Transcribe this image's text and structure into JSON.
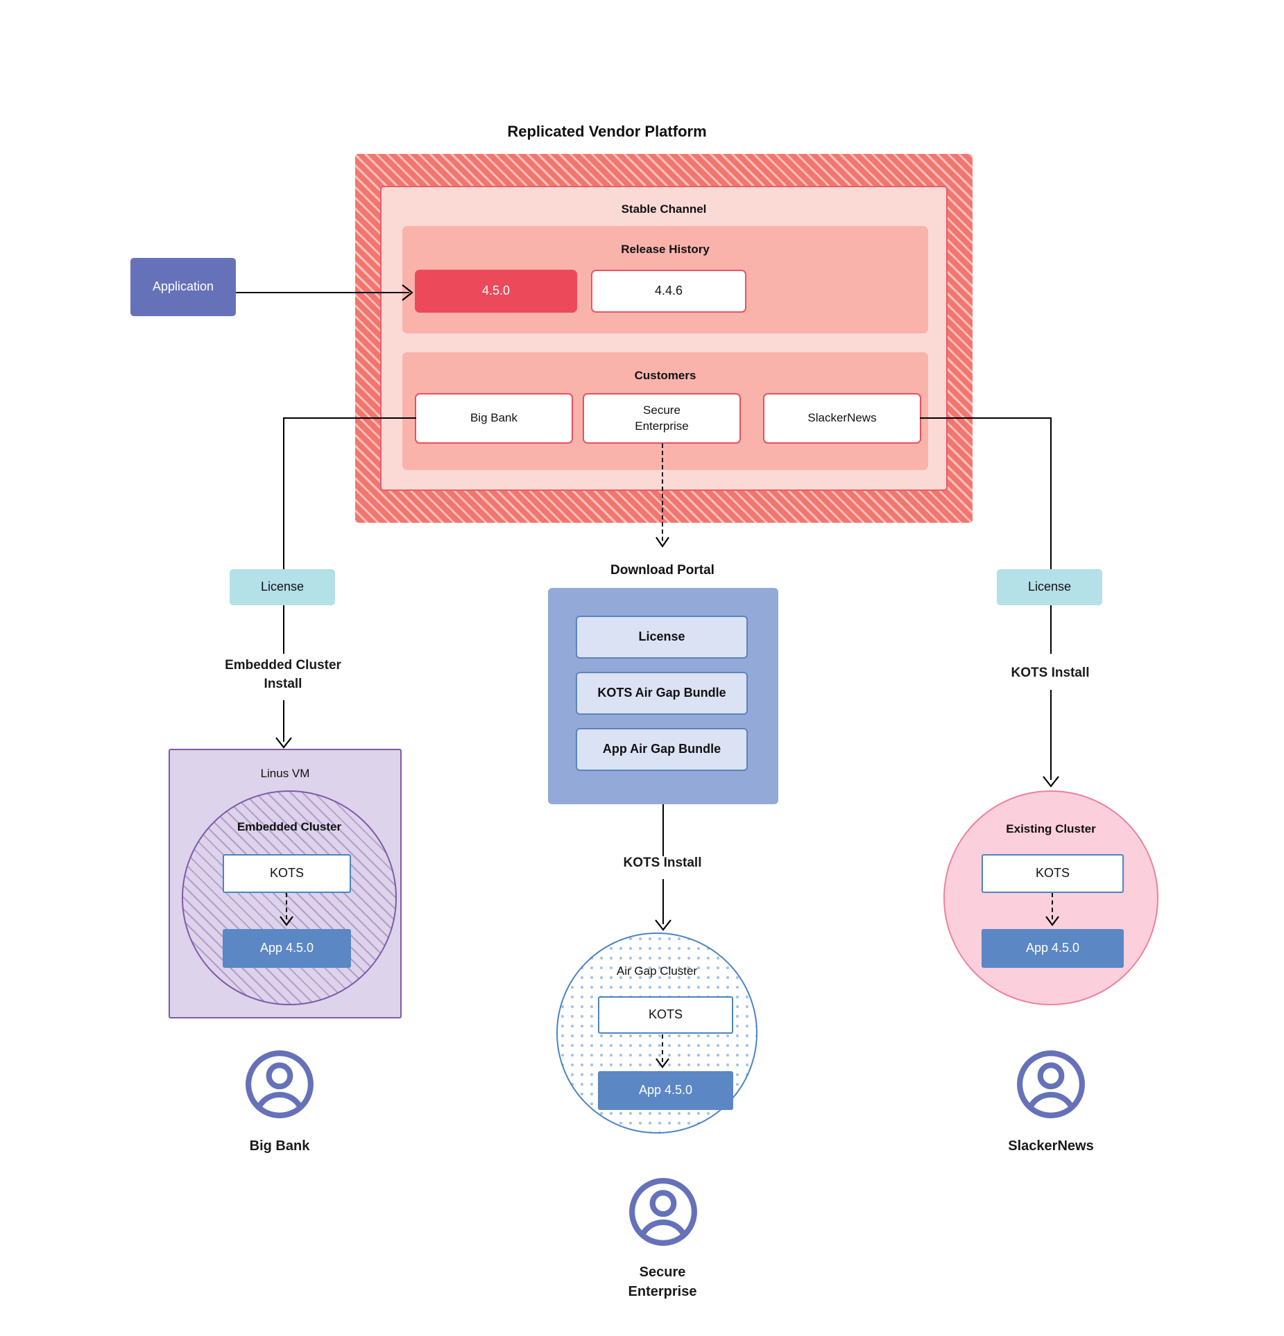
{
  "diagram": {
    "title": "Replicated Vendor Platform",
    "application_label": "Application",
    "vendor_platform": {
      "channel_label": "Stable Channel",
      "release_history": {
        "label": "Release History",
        "releases": [
          {
            "version": "4.5.0",
            "state": "current"
          },
          {
            "version": "4.4.6",
            "state": "previous"
          }
        ]
      },
      "customers": {
        "label": "Customers",
        "items": [
          {
            "name": "Big Bank"
          },
          {
            "name": "Secure\nEnterprise"
          },
          {
            "name": "SlackerNews"
          }
        ]
      }
    },
    "download_portal": {
      "title": "Download  Portal",
      "items": [
        {
          "label": "License"
        },
        {
          "label": "KOTS Air Gap Bundle"
        },
        {
          "label": "App Air Gap Bundle"
        }
      ]
    },
    "flows": {
      "left": {
        "license_label": "License",
        "install_label_line1": "Embedded Cluster",
        "install_label_line2": "Install"
      },
      "center": {
        "install_label": "KOTS Install"
      },
      "right": {
        "license_label": "License",
        "install_label": "KOTS Install"
      }
    },
    "targets": {
      "left": {
        "host_label": "Linus VM",
        "cluster_label": "Embedded Cluster",
        "kots_label": "KOTS",
        "app_label": "App 4.5.0",
        "customer_label": "Big Bank"
      },
      "center": {
        "cluster_label": "Air Gap Cluster",
        "kots_label": "KOTS",
        "app_label": "App 4.5.0",
        "customer_label_line1": "Secure",
        "customer_label_line2": "Enterprise"
      },
      "right": {
        "cluster_label": "Existing Cluster",
        "kots_label": "KOTS",
        "app_label": "App 4.5.0",
        "customer_label": "SlackerNews"
      }
    },
    "colors": {
      "vendor_platform_stripe": "#f2766e",
      "stable_channel_fill": "#fbdad6",
      "inner_band_fill": "#f9b3ab",
      "release_current": "#ec4a5b",
      "release_border": "#ea4f5c",
      "application_fill": "#6572b9",
      "license_fill": "#b4e0e8",
      "portal_fill": "#93a9d8",
      "portal_item_fill": "#dbe2f4",
      "linux_vm_fill": "#ddd3ea",
      "linux_vm_border": "#7e5aa8",
      "airgap_border": "#4b84c4",
      "existing_cluster_fill": "#fbd0dc",
      "existing_cluster_border": "#ef7f9f",
      "app_fill": "#5b87c4",
      "avatar_color": "#6572b9"
    }
  }
}
